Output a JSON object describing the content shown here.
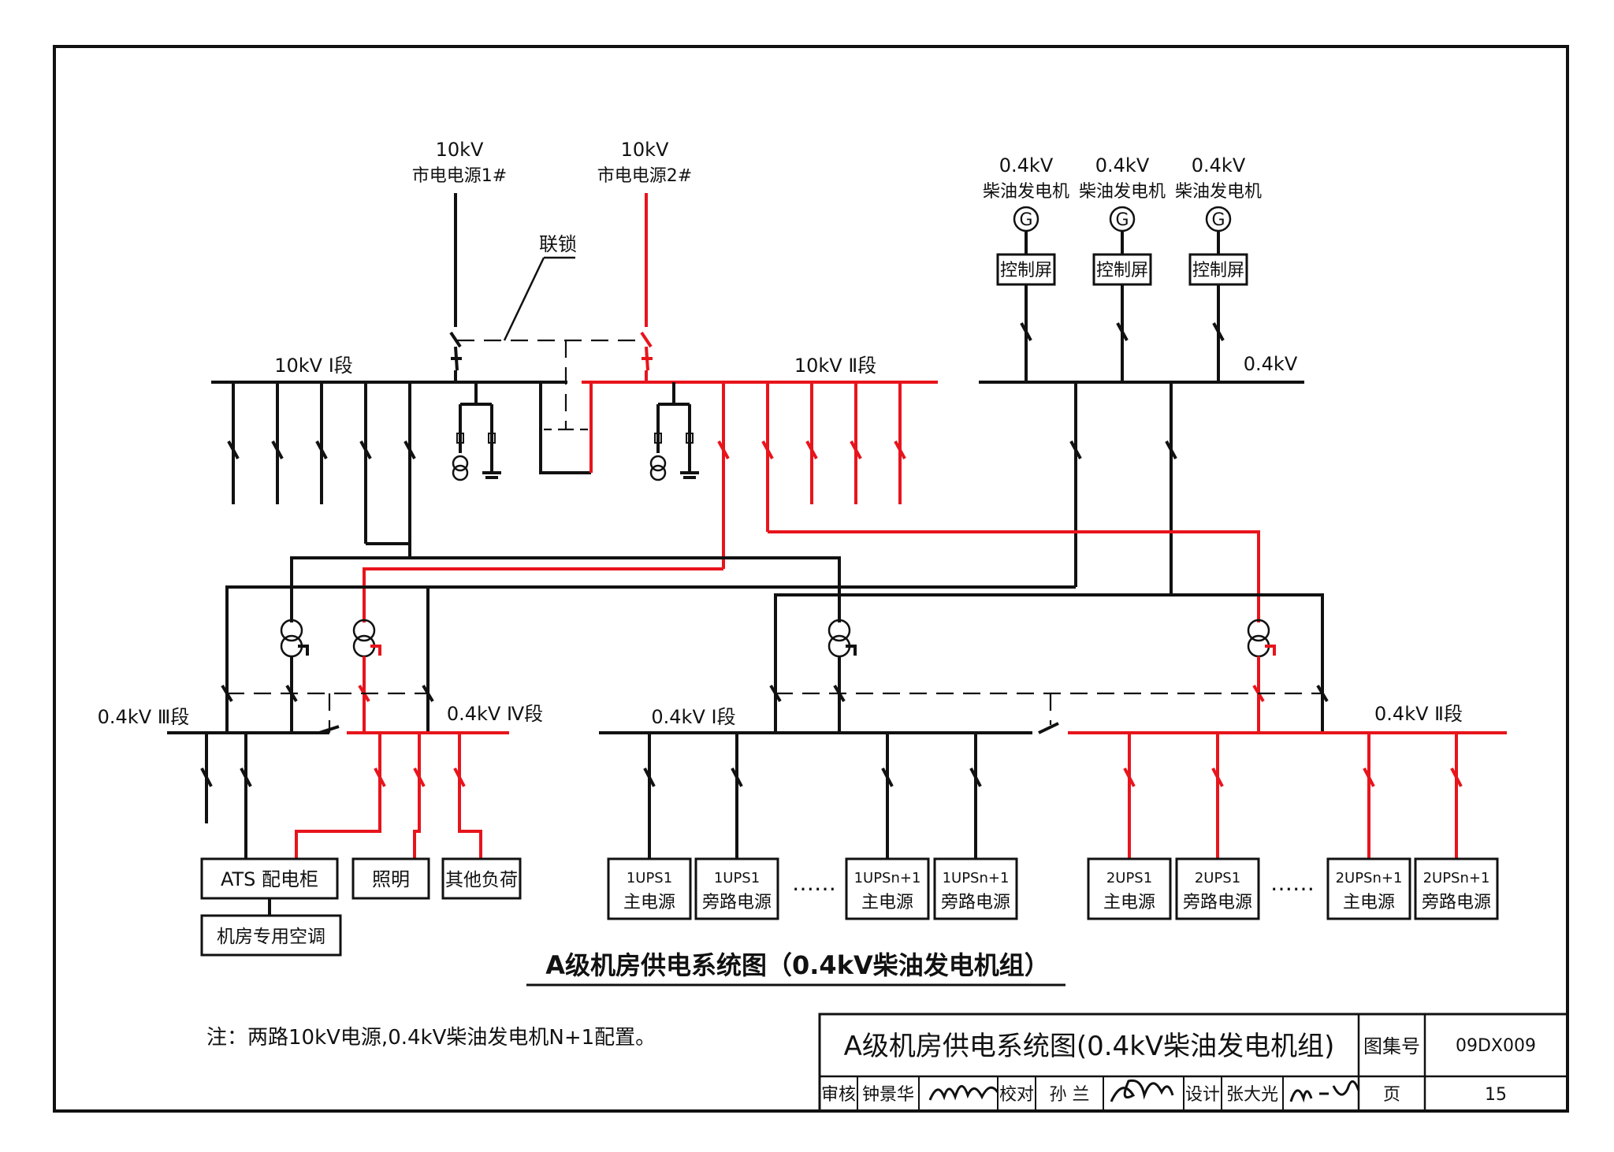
{
  "sources": {
    "utility1": {
      "voltage": "10kV",
      "name": "市电电源1#"
    },
    "utility2": {
      "voltage": "10kV",
      "name": "市电电源2#"
    },
    "interlock": "联锁",
    "generators": [
      {
        "voltage": "0.4kV",
        "name": "柴油发电机",
        "symbol": "G",
        "panel": "控制屏"
      },
      {
        "voltage": "0.4kV",
        "name": "柴油发电机",
        "symbol": "G",
        "panel": "控制屏"
      },
      {
        "voltage": "0.4kV",
        "name": "柴油发电机",
        "symbol": "G",
        "panel": "控制屏"
      }
    ]
  },
  "buses": {
    "hv1": "10kV Ⅰ段",
    "hv2": "10kV Ⅱ段",
    "gen": "0.4kV",
    "lv3": "0.4kV Ⅲ段",
    "lv4": "0.4kV Ⅳ段",
    "lv1": "0.4kV Ⅰ段",
    "lv2": "0.4kV Ⅱ段"
  },
  "loads": {
    "ats": "ATS 配电柜",
    "lighting": "照明",
    "other": "其他负荷",
    "ac": "机房专用空调",
    "ups_left": [
      {
        "l1": "1UPS1",
        "l2": "主电源"
      },
      {
        "l1": "1UPS1",
        "l2": "旁路电源"
      },
      {
        "l1": "1UPSn+1",
        "l2": "主电源"
      },
      {
        "l1": "1UPSn+1",
        "l2": "旁路电源"
      }
    ],
    "ups_right": [
      {
        "l1": "2UPS1",
        "l2": "主电源"
      },
      {
        "l1": "2UPS1",
        "l2": "旁路电源"
      },
      {
        "l1": "2UPSn+1",
        "l2": "主电源"
      },
      {
        "l1": "2UPSn+1",
        "l2": "旁路电源"
      }
    ],
    "ellipsis": "……"
  },
  "caption": "A级机房供电系统图（0.4kV柴油发电机组）",
  "note": "注：两路10kV电源,0.4kV柴油发电机N+1配置。",
  "title_block": {
    "title": "A级机房供电系统图(0.4kV柴油发电机组)",
    "atlas_label": "图集号",
    "atlas_no": "09DX009",
    "review_label": "审核",
    "reviewer": "钟景华",
    "check_label": "校对",
    "checker": "孙 兰",
    "design_label": "设计",
    "designer": "张大光",
    "page_label": "页",
    "page_no": "15"
  },
  "colors": {
    "line": "#111111",
    "red": "#e8141c"
  }
}
